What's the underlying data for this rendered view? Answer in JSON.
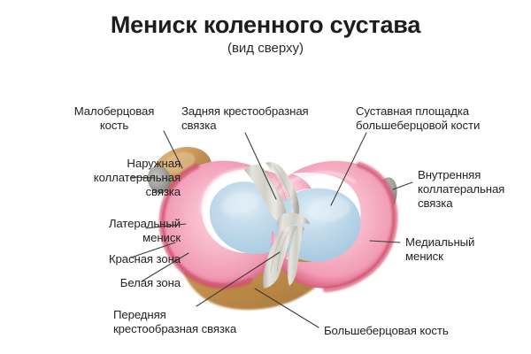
{
  "title": {
    "main": "Мениск коленного сустава",
    "sub": "(вид сверху)"
  },
  "labels": {
    "fibula": "Малоберцовая\nкость",
    "lateral_collateral_ligament": "Наружная\nколлатеральная\nсвязка",
    "lateral_meniscus": "Латеральный\nмениск",
    "red_zone": "Красная зона",
    "white_zone": "Белая зона",
    "posterior_cruciate_ligament": "Задняя крестообразная\nсвязка",
    "tibial_plateau": "Суставная площадка\nбольшеберцовой кости",
    "medial_collateral_ligament": "Внутренняя\nколлатеральная\nсвязка",
    "medial_meniscus": "Медиальный\nмениск",
    "anterior_cruciate_ligament": "Передняя\nкрестообразная связка",
    "tibia": "Большеберцовая кость"
  },
  "colors": {
    "background": "#ffffff",
    "text": "#232323",
    "title": "#1d1d1d",
    "leader_line": "#3a3a3a",
    "meniscus_pink": "#f4a9c0",
    "meniscus_pink_light": "#fbc9d8",
    "meniscus_red_rim": "#d9506e",
    "articular_blue": "#b9d6e9",
    "articular_blue_light": "#d3e6f2",
    "bone_tan": "#c8954f",
    "bone_tan_light": "#dcb27e",
    "cartilage_gray": "#9a9a98",
    "ligament_white": "#dcd9d2",
    "ligament_shadow": "#b3b0a8"
  },
  "illustration": {
    "view": "superior view of tibial plateau with menisci",
    "parts": [
      "fibular head",
      "lateral collateral ligament attachment",
      "lateral meniscus ring",
      "lateral articular surface",
      "medial meniscus ring",
      "medial articular surface",
      "medial collateral ligament attachment",
      "anterior cruciate ligament",
      "posterior cruciate ligament",
      "tibial tuberosity"
    ]
  }
}
